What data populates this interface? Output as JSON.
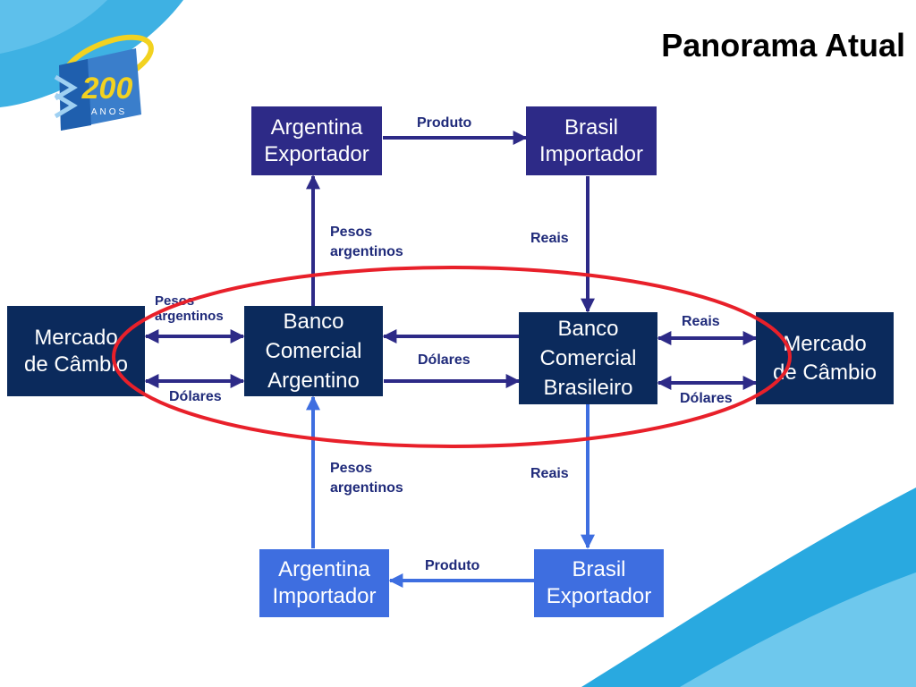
{
  "slide": {
    "title": "Panorama Atual"
  },
  "logo": {
    "number": "200",
    "sub": "ANOS"
  },
  "boxes": {
    "arg_exp": [
      "Argentina",
      "Exportador"
    ],
    "bra_imp": [
      "Brasil",
      "Importador"
    ],
    "mc_left": [
      "Mercado",
      "de Câmbio"
    ],
    "bc_arg": [
      "Banco",
      "Comercial",
      "Argentino"
    ],
    "bc_bra": [
      "Banco",
      "Comercial",
      "Brasileiro"
    ],
    "mc_right": [
      "Mercado",
      "de Câmbio"
    ],
    "arg_imp": [
      "Argentina",
      "Importador"
    ],
    "bra_exp": [
      "Brasil",
      "Exportador"
    ]
  },
  "labels": {
    "produto_top": "Produto",
    "pesos_top": [
      "Pesos",
      "argentinos"
    ],
    "reais_top": "Reais",
    "pesos_left": [
      "Pesos",
      "argentinos"
    ],
    "dolares_left": "Dólares",
    "dolares_mid": "Dólares",
    "reais_right": "Reais",
    "dolares_right": "Dólares",
    "pesos_bottom": [
      "Pesos",
      "argentinos"
    ],
    "reais_bottom": "Reais",
    "produto_bottom": "Produto"
  },
  "colors": {
    "navy": "#2d2a87",
    "dark_navy": "#0b2a5c",
    "bright_blue": "#3e6ee0",
    "ellipse": "#e8202a",
    "wave": "#29a9e0"
  }
}
